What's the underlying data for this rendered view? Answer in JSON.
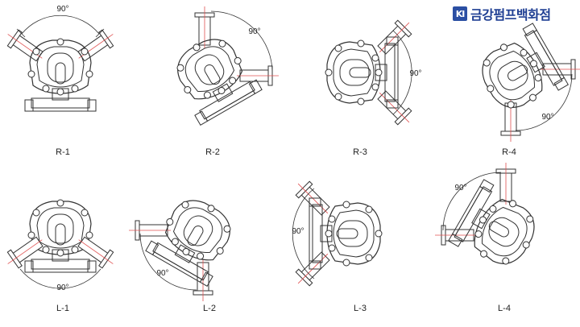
{
  "brand": {
    "mark": "KI",
    "name": "금강펌프백화점",
    "color": "#1f3f93"
  },
  "angle_text": "90°",
  "diagrams": [
    {
      "code": "R-1"
    },
    {
      "code": "R-2"
    },
    {
      "code": "R-3"
    },
    {
      "code": "R-4"
    },
    {
      "code": "L-1"
    },
    {
      "code": "L-2"
    },
    {
      "code": "L-3"
    },
    {
      "code": "L-4"
    }
  ],
  "colors": {
    "line": "#333333",
    "centerline": "#e05050"
  }
}
